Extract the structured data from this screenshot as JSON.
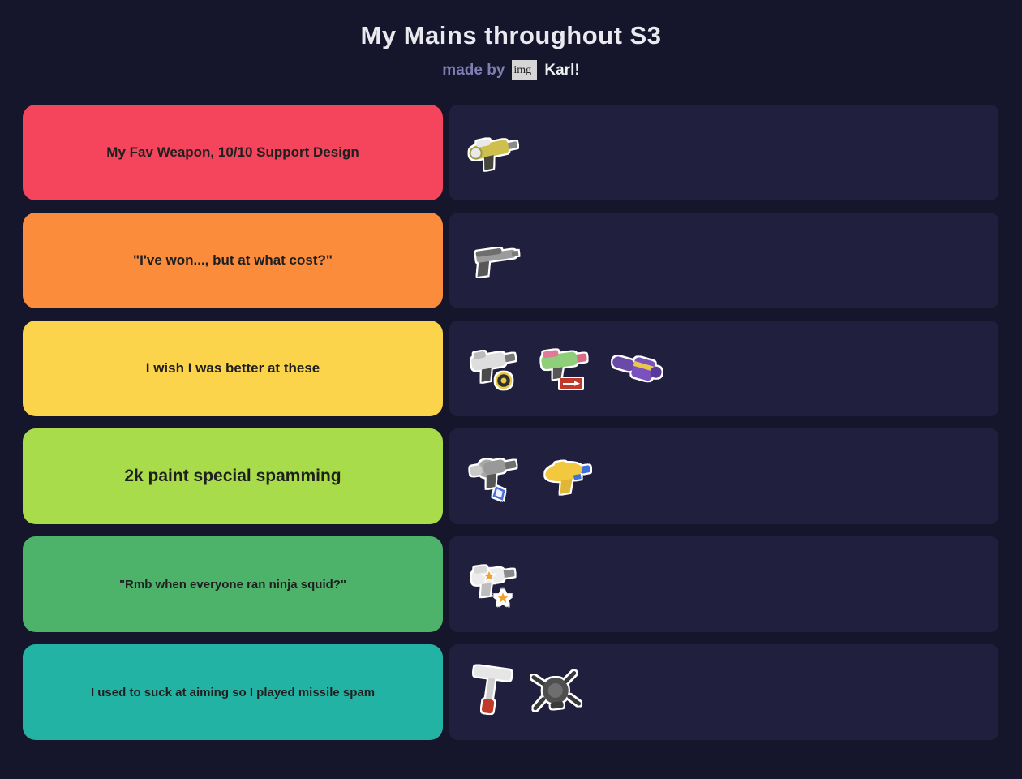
{
  "page": {
    "background": "#15152c",
    "row_panel_color": "#201f3e"
  },
  "header": {
    "title": "My Mains throughout S3",
    "byline_prefix": "made by",
    "byline_image_alt": "img",
    "byline_name": "Karl!"
  },
  "rows": [
    {
      "label": "My Fav Weapon, 10/10 Support Design",
      "color": "#f4455c",
      "icons": [
        "yellow-support-shooter"
      ]
    },
    {
      "label": "\"I've won..., but at what cost?\"",
      "color": "#fb8c3c",
      "icons": [
        "gray-pistol"
      ]
    },
    {
      "label": "I wish I was better at these",
      "color": "#fbd44c",
      "icons": [
        "silver-shooter-badge",
        "green-blaster-tag",
        "purple-slosher"
      ]
    },
    {
      "label": "2k paint special spamming",
      "color": "#a8dc4a",
      "icons": [
        "gray-drum-shooter-tag",
        "yellow-watergun"
      ]
    },
    {
      "label": "\"Rmb when everyone ran ninja squid?\"",
      "color": "#4db26a",
      "icons": [
        "white-star-shooter"
      ]
    },
    {
      "label": "I used to suck at aiming so I played missile spam",
      "color": "#23b3a4",
      "icons": [
        "white-wiper-roller",
        "dark-crab-machine"
      ]
    }
  ]
}
